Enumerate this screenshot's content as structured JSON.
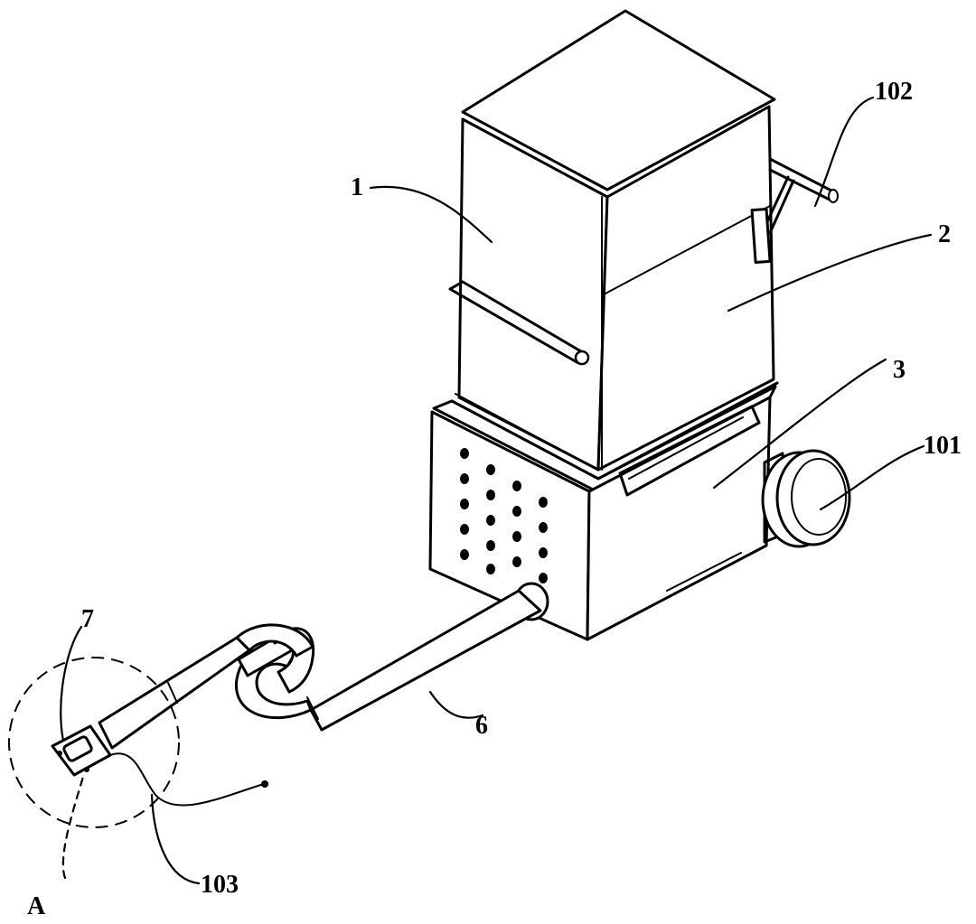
{
  "labels": {
    "l1": "1",
    "l2": "2",
    "l3": "3",
    "l6": "6",
    "l7": "7",
    "l101": "101",
    "l102": "102",
    "l103": "103",
    "lA": "A"
  }
}
